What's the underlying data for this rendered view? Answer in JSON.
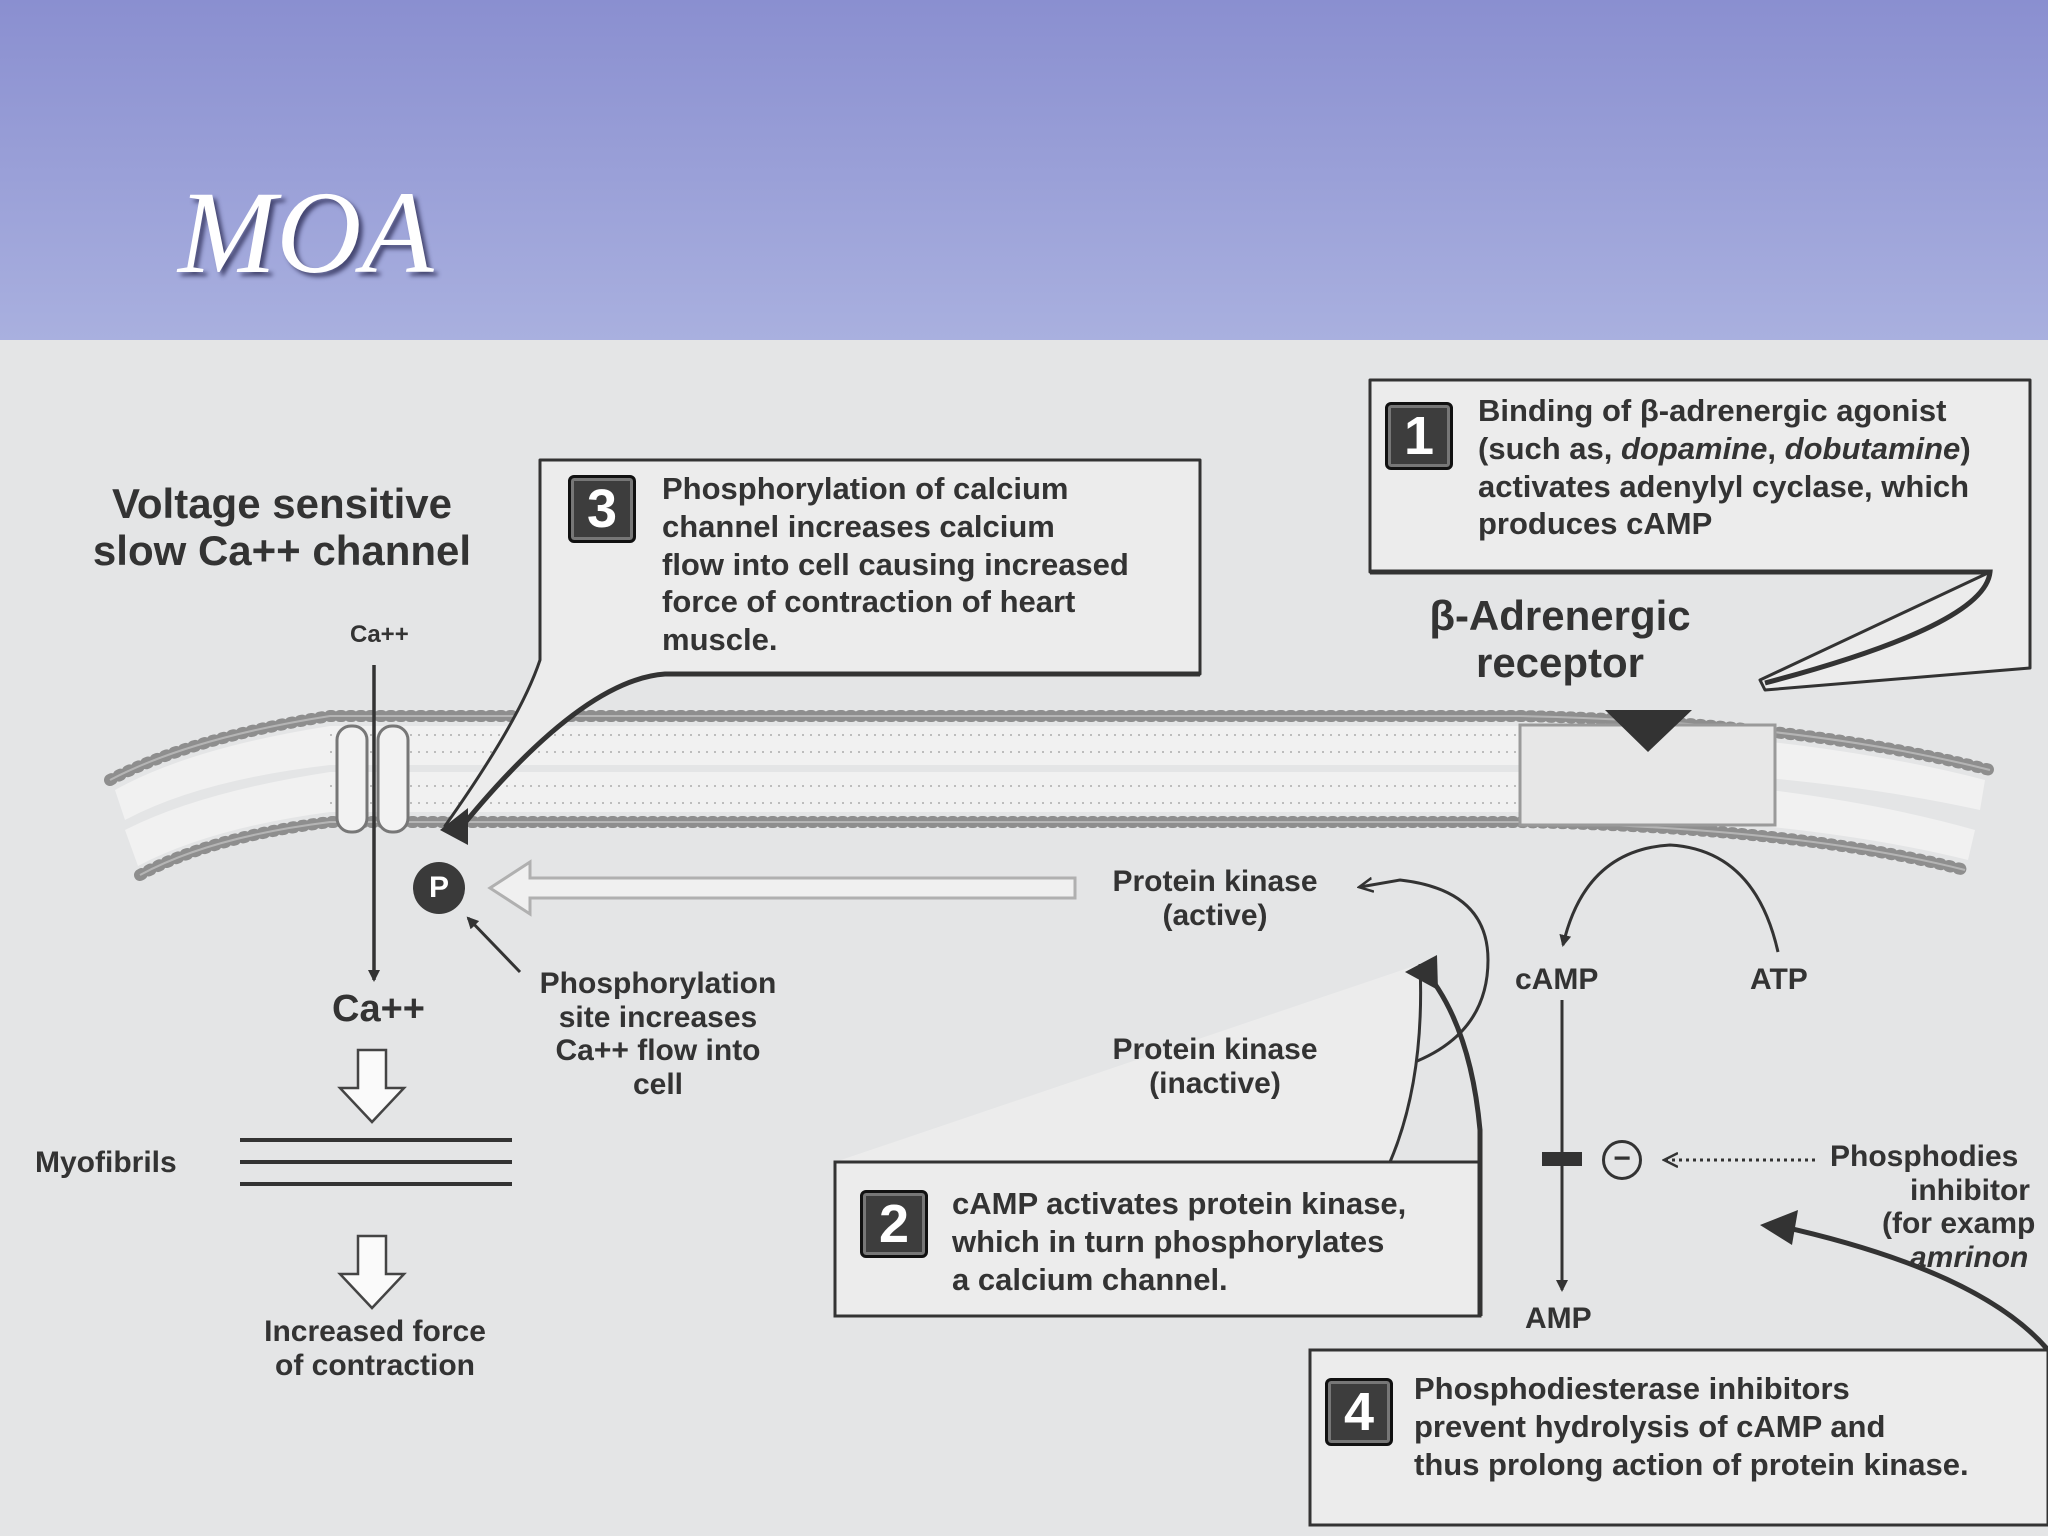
{
  "slide": {
    "title": "MOA"
  },
  "diagram": {
    "channel_label": [
      "Voltage sensitive",
      "slow Ca++ channel"
    ],
    "ion_top": "Ca++",
    "ion_bottom": "Ca++",
    "receptor_label": [
      "β-Adrenergic",
      "receptor"
    ],
    "phospho_tag": "P",
    "phospho_site": [
      "Phosphorylation",
      "site increases",
      "Ca++ flow into",
      "cell"
    ],
    "pk_active": [
      "Protein kinase",
      "(active)"
    ],
    "pk_inactive": [
      "Protein kinase",
      "(inactive)"
    ],
    "camp": "cAMP",
    "atp": "ATP",
    "amp": "AMP",
    "inhibit_symbol": "−",
    "pde_inhibitor": [
      "Phosphodies",
      "inhibitor",
      "(for examp",
      "amrinon"
    ],
    "myofibrils": "Myofibrils",
    "outcome": [
      "Increased force",
      "of contraction"
    ],
    "callouts": [
      {
        "number": "1",
        "text": [
          "Binding of β-adrenergic agonist",
          "(such as, ",
          "dopamine",
          ", ",
          "dobutamine",
          ")",
          "activates adenylyl cyclase, which",
          "produces cAMP"
        ]
      },
      {
        "number": "2",
        "text": [
          "cAMP activates protein kinase,",
          "which in turn phosphorylates",
          "a calcium channel."
        ]
      },
      {
        "number": "3",
        "text": [
          "Phosphorylation of calcium",
          "channel increases calcium",
          "flow into cell causing increased",
          "force of contraction of heart",
          "muscle."
        ]
      },
      {
        "number": "4",
        "text": [
          "Phosphodiesterase inhibitors",
          "prevent hydrolysis of cAMP and",
          "thus prolong action of protein kinase."
        ]
      }
    ]
  }
}
